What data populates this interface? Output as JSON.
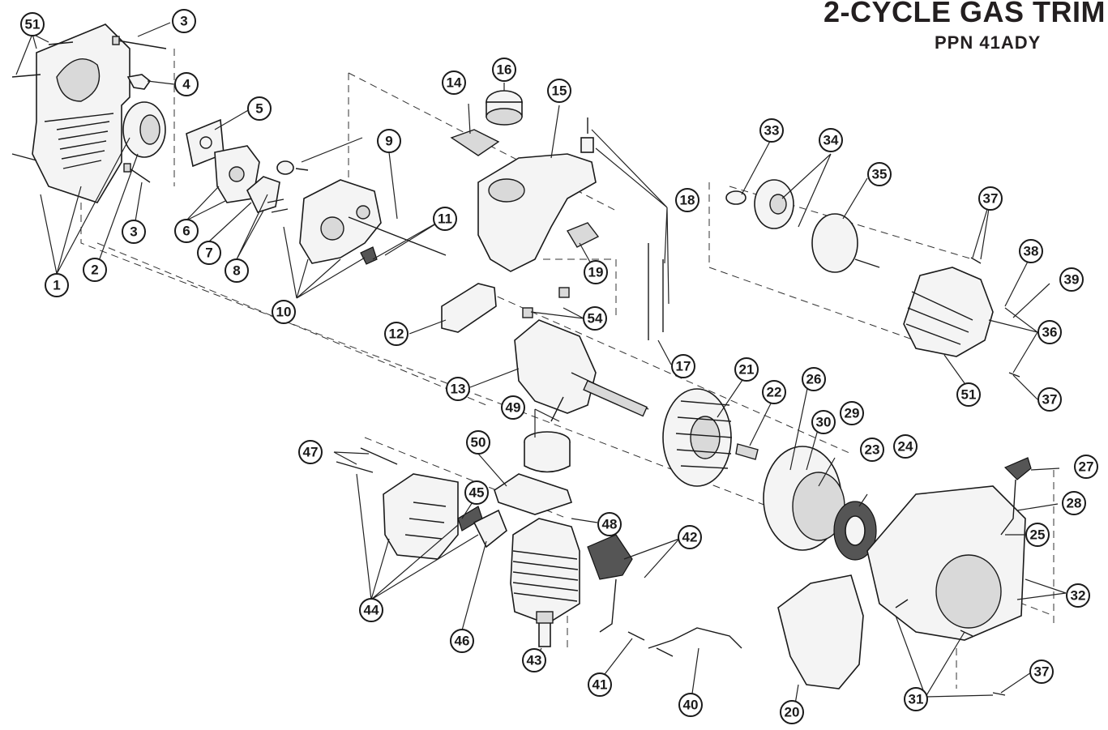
{
  "header": {
    "title": "2-CYCLE GAS TRIM",
    "subtitle": "PPN 41ADY"
  },
  "callouts": [
    "1",
    "2",
    "3",
    "4",
    "5",
    "6",
    "7",
    "8",
    "9",
    "10",
    "11",
    "12",
    "13",
    "14",
    "15",
    "16",
    "17",
    "18",
    "19",
    "20",
    "21",
    "22",
    "23",
    "24",
    "25",
    "26",
    "27",
    "28",
    "29",
    "30",
    "31",
    "32",
    "33",
    "34",
    "35",
    "36",
    "37",
    "38",
    "39",
    "40",
    "41",
    "42",
    "43",
    "44",
    "45",
    "46",
    "47",
    "48",
    "49",
    "50",
    "51",
    "54"
  ]
}
